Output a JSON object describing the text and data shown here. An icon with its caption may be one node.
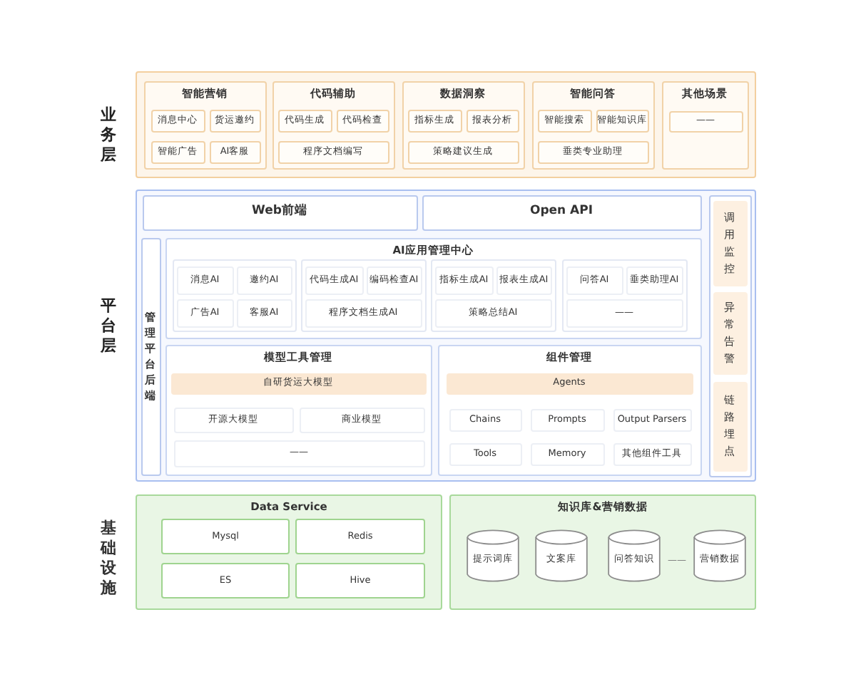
{
  "diagram": {
    "nodes": [
      {
        "text": [
          "业务层"
        ]
      },
      {
        "text": [
          "智能营销"
        ],
        "in": 0
      },
      {
        "text": [
          "消息中心"
        ],
        "in": 1
      },
      {
        "text": [
          "货运邀约"
        ],
        "in": 1
      },
      {
        "text": [
          "智能广告"
        ],
        "in": 1
      },
      {
        "text": [
          "AI客服"
        ],
        "in": 1
      },
      {
        "text": [
          "代码辅助"
        ],
        "in": 0
      },
      {
        "text": [
          "代码生成"
        ],
        "in": 6
      },
      {
        "text": [
          "代码检查"
        ],
        "in": 6
      },
      {
        "text": [
          "程序文档编写"
        ],
        "in": 6
      },
      {
        "text": [
          "数据洞察"
        ],
        "in": 0
      },
      {
        "text": [
          "指标生成"
        ],
        "in": 10
      },
      {
        "text": [
          "报表分析"
        ],
        "in": 10
      },
      {
        "text": [
          "策略建议生成"
        ],
        "in": 10
      },
      {
        "text": [
          "智能问答"
        ],
        "in": 0
      },
      {
        "text": [
          "智能搜索"
        ],
        "in": 14
      },
      {
        "text": [
          "智能知识库"
        ],
        "in": 14
      },
      {
        "text": [
          "垂类专业助理"
        ],
        "in": 14
      },
      {
        "text": [
          "其他场景"
        ],
        "in": 0
      },
      {
        "text": [
          "——"
        ],
        "in": 18
      },
      {
        "text": [
          "平台层"
        ]
      },
      {
        "text": [
          "Web前端"
        ],
        "in": 20
      },
      {
        "text": [
          "Open API"
        ],
        "in": 20
      },
      {
        "text": [
          "管理平台后端"
        ],
        "in": 20
      },
      {
        "text": [
          "AI应用管理中心"
        ],
        "in": 20
      },
      {
        "text": [],
        "shape": "box",
        "in": 24
      },
      {
        "text": [
          "消息AI"
        ],
        "in": 25
      },
      {
        "text": [
          "邀约AI"
        ],
        "in": 25
      },
      {
        "text": [
          "广告AI"
        ],
        "in": 25
      },
      {
        "text": [
          "客服AI"
        ],
        "in": 25
      },
      {
        "text": [],
        "shape": "box",
        "in": 24
      },
      {
        "text": [
          "代码生成AI"
        ],
        "in": 30
      },
      {
        "text": [
          "编码检查AI"
        ],
        "in": 30
      },
      {
        "text": [
          "程序文档生成AI"
        ],
        "in": 30
      },
      {
        "text": [],
        "shape": "box",
        "in": 24
      },
      {
        "text": [
          "指标生成AI"
        ],
        "in": 34
      },
      {
        "text": [
          "报表生成AI"
        ],
        "in": 34
      },
      {
        "text": [
          "策略总结AI"
        ],
        "in": 34
      },
      {
        "text": [],
        "shape": "box",
        "in": 24
      },
      {
        "text": [
          "问答AI"
        ],
        "in": 38
      },
      {
        "text": [
          "垂类助理AI"
        ],
        "in": 38
      },
      {
        "text": [
          "——"
        ],
        "in": 38
      },
      {
        "text": [
          "模型工具管理"
        ],
        "in": 20
      },
      {
        "text": [
          "自研货运大模型"
        ],
        "in": 42
      },
      {
        "text": [
          "开源大模型"
        ],
        "in": 42
      },
      {
        "text": [
          "商业模型"
        ],
        "in": 42
      },
      {
        "text": [
          "——"
        ],
        "in": 42
      },
      {
        "text": [
          "组件管理"
        ],
        "in": 20
      },
      {
        "text": [
          "Agents"
        ],
        "in": 47
      },
      {
        "text": [
          "Chains"
        ],
        "in": 47
      },
      {
        "text": [
          "Prompts"
        ],
        "in": 47
      },
      {
        "text": [
          "Output Parsers"
        ],
        "in": 47
      },
      {
        "text": [
          "Tools"
        ],
        "in": 47
      },
      {
        "text": [
          "Memory"
        ],
        "in": 47
      },
      {
        "text": [
          "其他组件工具"
        ],
        "in": 47
      },
      {
        "text": [],
        "shape": "box",
        "in": 20
      },
      {
        "text": [
          "调用监控"
        ],
        "in": 55
      },
      {
        "text": [
          "异常告警"
        ],
        "in": 55
      },
      {
        "text": [
          "链路埋点"
        ],
        "in": 55
      },
      {
        "text": [
          "Data Service"
        ]
      },
      {
        "text": [
          "Mysql"
        ],
        "in": 59
      },
      {
        "text": [
          "Redis"
        ],
        "in": 59
      },
      {
        "text": [
          "ES"
        ],
        "in": 59
      },
      {
        "text": [
          "Hive"
        ],
        "in": 59
      },
      {
        "text": [
          "知识库&营销数据"
        ]
      },
      {
        "text": [
          "提示词库"
        ],
        "in": 64
      },
      {
        "text": [
          "文案库"
        ],
        "in": 64
      },
      {
        "text": [
          "问答知识"
        ],
        "in": 64
      },
      {
        "text": [
          "营销数据"
        ],
        "in": 64
      }
    ],
    "labels": [
      "基础设施",
      "——"
    ]
  }
}
